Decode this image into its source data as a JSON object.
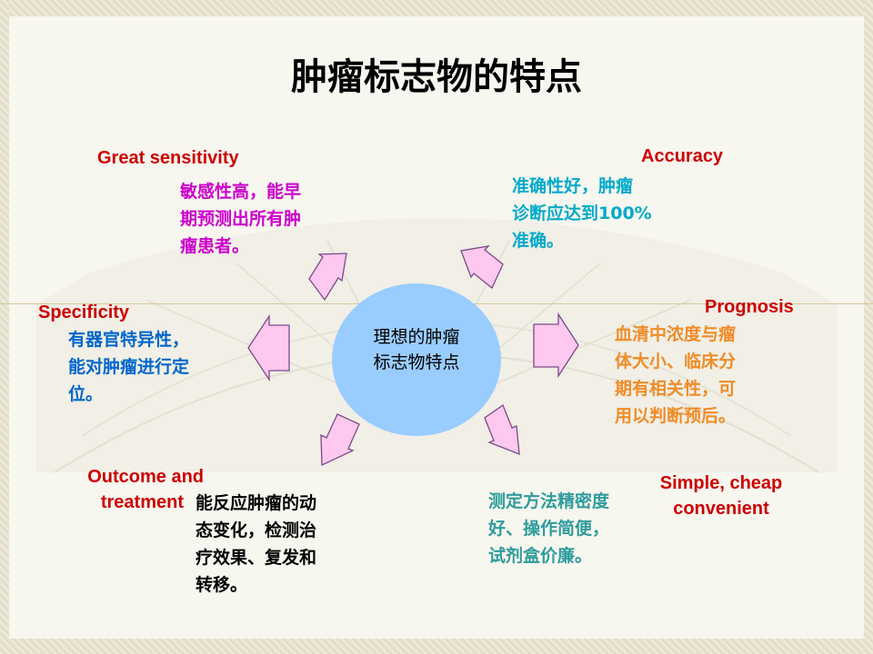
{
  "title": "肿瘤标志物的特点",
  "center": {
    "line1": "理想的肿瘤",
    "line2": "标志物特点"
  },
  "colors": {
    "label_red": "#cc0000",
    "magenta": "#cc00cc",
    "cyan": "#00aacc",
    "blue": "#0066cc",
    "orange": "#f08c28",
    "teal": "#2e9c9c",
    "black": "#000000",
    "circle": "#99ccff",
    "arrow_fill": "#ffc8ee",
    "arrow_stroke": "#7a4a8a"
  },
  "items": {
    "sensitivity": {
      "label": "Great sensitivity",
      "lines": [
        "敏感性高，能早",
        "期预测出所有肿",
        "瘤患者。"
      ]
    },
    "accuracy": {
      "label": "Accuracy",
      "lines": [
        "准确性好，肿瘤",
        "诊断应达到100%",
        "准确。"
      ]
    },
    "specificity": {
      "label": "Specificity",
      "lines": [
        "有器官特异性，",
        "能对肿瘤进行定",
        "位。"
      ]
    },
    "prognosis": {
      "label": "Prognosis",
      "lines": [
        "血清中浓度与瘤",
        "体大小、临床分",
        "期有相关性，可",
        "用以判断预后。"
      ]
    },
    "outcome": {
      "label_line1": "Outcome and",
      "label_line2": "treatment",
      "lines": [
        "能反应肿瘤的动",
        "态变化，检测治",
        "疗效果、复发和",
        "转移。"
      ]
    },
    "simple": {
      "label_line1": "Simple, cheap",
      "label_line2": "convenient",
      "lines": [
        "测定方法精密度",
        "好、操作简便，",
        "试剂盒价廉。"
      ]
    }
  }
}
